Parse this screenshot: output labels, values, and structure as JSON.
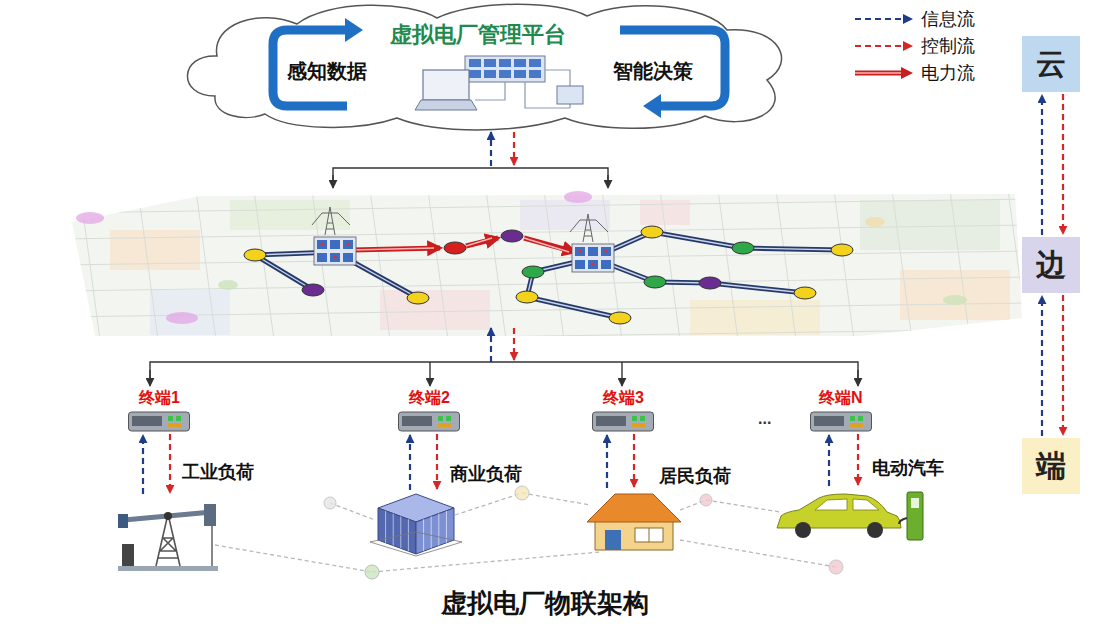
{
  "diagram": {
    "caption": "虚拟电厂物联架构",
    "nodes": [
      {
        "text": [
          "虚拟电厂管理平台",
          "感知数据",
          "智能决策"
        ]
      },
      {
        "text": [
          "云"
        ]
      },
      {
        "text": [
          "边"
        ]
      },
      {
        "text": [
          "端"
        ]
      },
      {
        "text": [
          "终端1"
        ]
      },
      {
        "text": [
          "终端2"
        ]
      },
      {
        "text": [
          "终端3"
        ]
      },
      {
        "text": [
          "终端N"
        ]
      },
      {
        "text": [
          "工业负荷"
        ]
      },
      {
        "text": [
          "商业负荷"
        ]
      },
      {
        "text": [
          "居民负荷"
        ]
      },
      {
        "text": [
          "电动汽车"
        ]
      }
    ],
    "edges": [
      {
        "from": 2,
        "to": 1,
        "arrow": "to"
      },
      {
        "from": 1,
        "to": 2,
        "arrow": "to"
      },
      {
        "from": 3,
        "to": 2,
        "arrow": "to"
      },
      {
        "from": 2,
        "to": 3,
        "arrow": "to"
      },
      {
        "from": 8,
        "to": 4,
        "arrow": "to"
      },
      {
        "from": 4,
        "to": 8,
        "arrow": "to"
      },
      {
        "from": 9,
        "to": 5,
        "arrow": "to"
      },
      {
        "from": 5,
        "to": 9,
        "arrow": "to"
      },
      {
        "from": 10,
        "to": 6,
        "arrow": "to"
      },
      {
        "from": 6,
        "to": 10,
        "arrow": "to"
      },
      {
        "from": 11,
        "to": 7,
        "arrow": "to"
      },
      {
        "from": 7,
        "to": 11,
        "arrow": "to"
      }
    ],
    "labels": [
      "..."
    ],
    "legend": [
      {
        "text": "信息流"
      },
      {
        "text": "控制流"
      },
      {
        "text": "电力流"
      }
    ]
  }
}
